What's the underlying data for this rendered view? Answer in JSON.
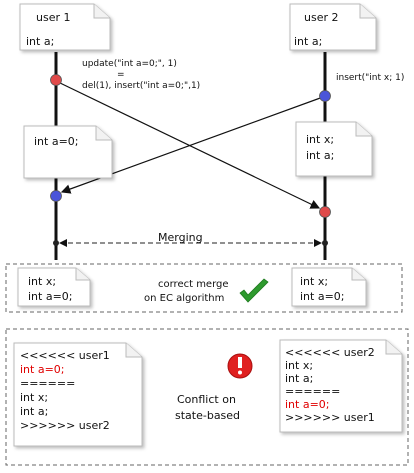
{
  "top": {
    "user1": {
      "title": "user 1",
      "code": "int a;"
    },
    "user2": {
      "title": "user 2",
      "code": "int a;"
    },
    "op1": [
      "update(\"int a=0;\", 1)",
      "=",
      "del(1), insert(\"int a=0;\",1)"
    ],
    "op2": "insert(\"int x; 1)",
    "state1_after_local": "int a=0;",
    "state2_after_local": [
      "int x;",
      "int a;"
    ],
    "merging_label": "Merging"
  },
  "ec_section": {
    "left_state": [
      "int x;",
      "int a=0;"
    ],
    "right_state": [
      "int x;",
      "int a=0;"
    ],
    "caption": [
      "correct merge",
      "on EC  algorithm"
    ]
  },
  "conflict_section": {
    "left_doc": {
      "lines": [
        {
          "text": "<<<<<< user1",
          "color": "#111111"
        },
        {
          "text": "int a=0;",
          "color": "#e00000"
        },
        {
          "text": "======",
          "color": "#111111"
        },
        {
          "text": "int x;",
          "color": "#111111"
        },
        {
          "text": "int a;",
          "color": "#111111"
        },
        {
          "text": ">>>>>> user2",
          "color": "#111111"
        }
      ]
    },
    "right_doc": {
      "lines": [
        {
          "text": "<<<<<< user2",
          "color": "#111111"
        },
        {
          "text": "int x;",
          "color": "#111111"
        },
        {
          "text": "int a;",
          "color": "#111111"
        },
        {
          "text": "======",
          "color": "#111111"
        },
        {
          "text": "int a=0;",
          "color": "#e00000"
        },
        {
          "text": ">>>>>> user1",
          "color": "#111111"
        }
      ]
    },
    "caption": [
      "Conflict on",
      "state-based"
    ]
  },
  "colors": {
    "local_op_dot": "#e04a4a",
    "remote_op_dot": "#4a55d9",
    "check_mark": "#2e9a2e",
    "warning_icon": "#e02020"
  }
}
